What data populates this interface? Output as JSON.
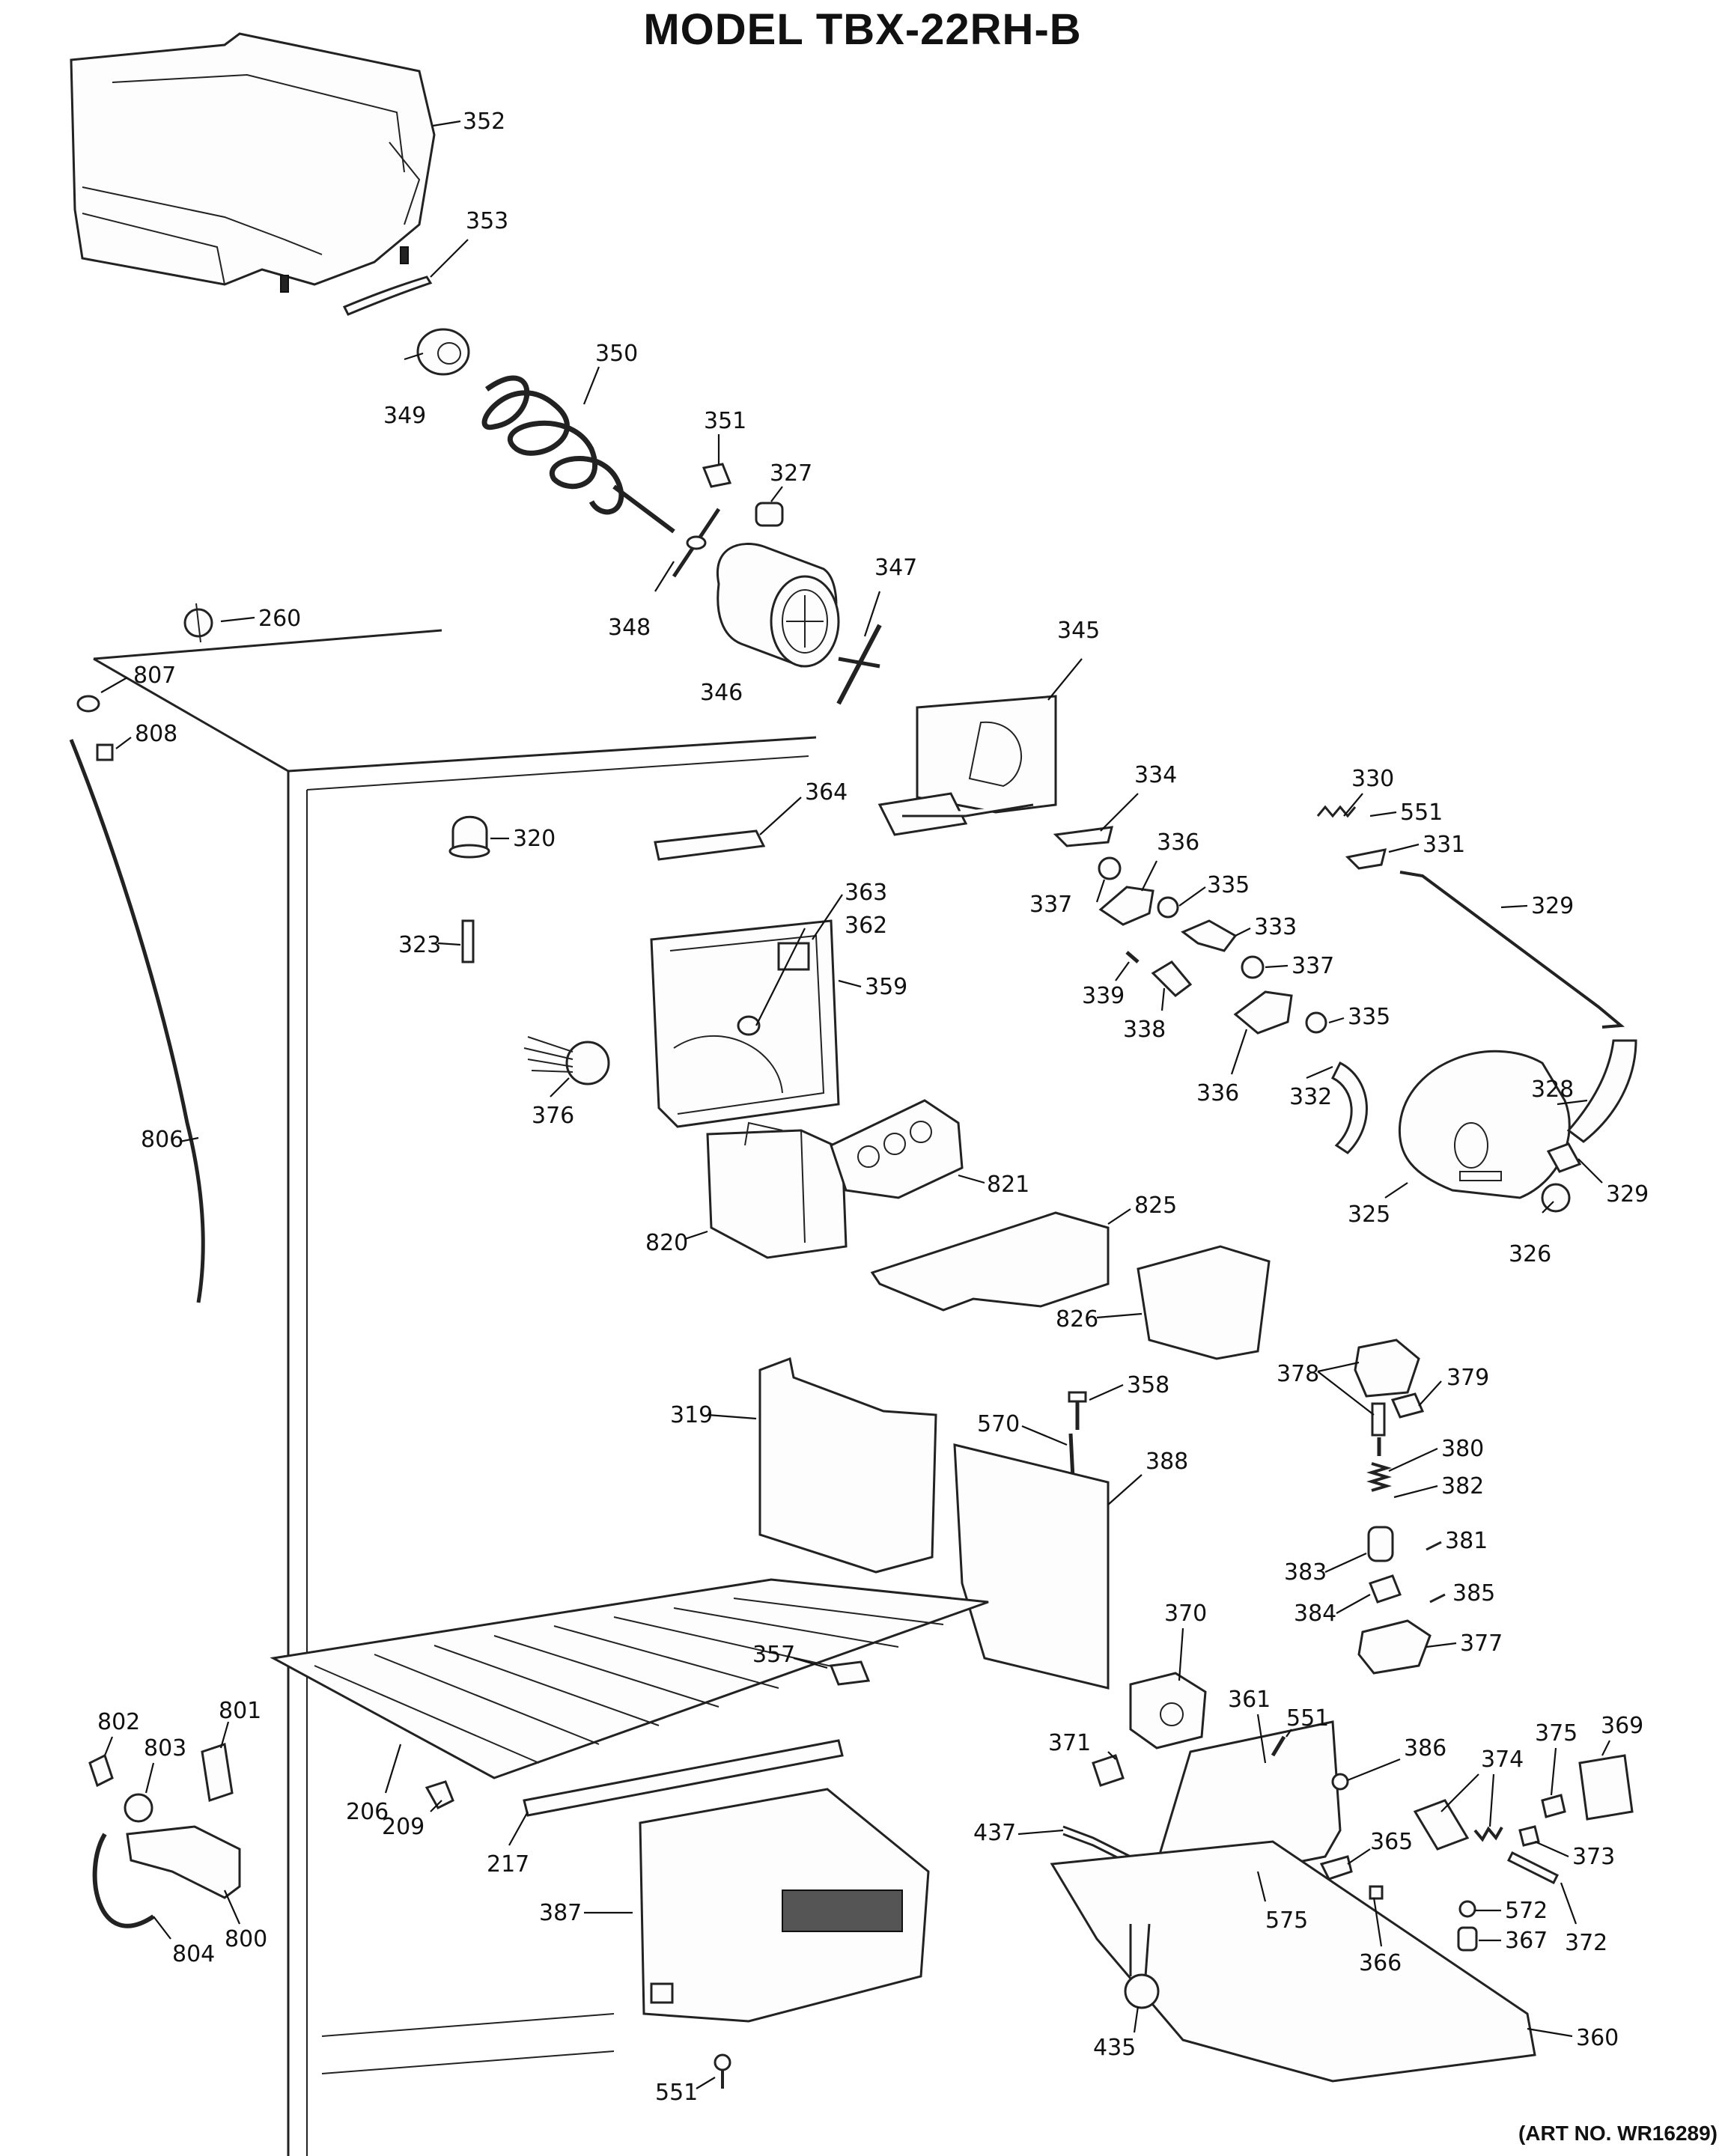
{
  "title": "MODEL TBX-22RH-B",
  "art_number": "(ART NO. WR16289)",
  "callouts": [
    {
      "id": "c352",
      "label": "352"
    },
    {
      "id": "c353",
      "label": "353"
    },
    {
      "id": "c349",
      "label": "349"
    },
    {
      "id": "c350",
      "label": "350"
    },
    {
      "id": "c351",
      "label": "351"
    },
    {
      "id": "c327",
      "label": "327"
    },
    {
      "id": "c347",
      "label": "347"
    },
    {
      "id": "c348",
      "label": "348"
    },
    {
      "id": "c346",
      "label": "346"
    },
    {
      "id": "c260",
      "label": "260"
    },
    {
      "id": "c807",
      "label": "807"
    },
    {
      "id": "c808",
      "label": "808"
    },
    {
      "id": "c345",
      "label": "345"
    },
    {
      "id": "c334",
      "label": "334"
    },
    {
      "id": "c330",
      "label": "330"
    },
    {
      "id": "c551a",
      "label": "551"
    },
    {
      "id": "c331",
      "label": "331"
    },
    {
      "id": "c364",
      "label": "364"
    },
    {
      "id": "c320",
      "label": "320"
    },
    {
      "id": "c363",
      "label": "363"
    },
    {
      "id": "c362",
      "label": "362"
    },
    {
      "id": "c336a",
      "label": "336"
    },
    {
      "id": "c335a",
      "label": "335"
    },
    {
      "id": "c337a",
      "label": "337"
    },
    {
      "id": "c333",
      "label": "333"
    },
    {
      "id": "c329a",
      "label": "329"
    },
    {
      "id": "c323",
      "label": "323"
    },
    {
      "id": "c359",
      "label": "359"
    },
    {
      "id": "c339",
      "label": "339"
    },
    {
      "id": "c337b",
      "label": "337"
    },
    {
      "id": "c338",
      "label": "338"
    },
    {
      "id": "c335b",
      "label": "335"
    },
    {
      "id": "c376",
      "label": "376"
    },
    {
      "id": "c336b",
      "label": "336"
    },
    {
      "id": "c332",
      "label": "332"
    },
    {
      "id": "c328",
      "label": "328"
    },
    {
      "id": "c806",
      "label": "806"
    },
    {
      "id": "c821",
      "label": "821"
    },
    {
      "id": "c329b",
      "label": "329"
    },
    {
      "id": "c325",
      "label": "325"
    },
    {
      "id": "c825",
      "label": "825"
    },
    {
      "id": "c820",
      "label": "820"
    },
    {
      "id": "c326",
      "label": "326"
    },
    {
      "id": "c826",
      "label": "826"
    },
    {
      "id": "c378",
      "label": "378"
    },
    {
      "id": "c379",
      "label": "379"
    },
    {
      "id": "c358",
      "label": "358"
    },
    {
      "id": "c319",
      "label": "319"
    },
    {
      "id": "c570",
      "label": "570"
    },
    {
      "id": "c380",
      "label": "380"
    },
    {
      "id": "c388",
      "label": "388"
    },
    {
      "id": "c382",
      "label": "382"
    },
    {
      "id": "c381",
      "label": "381"
    },
    {
      "id": "c383",
      "label": "383"
    },
    {
      "id": "c385",
      "label": "385"
    },
    {
      "id": "c384",
      "label": "384"
    },
    {
      "id": "c370",
      "label": "370"
    },
    {
      "id": "c377",
      "label": "377"
    },
    {
      "id": "c357",
      "label": "357"
    },
    {
      "id": "c802",
      "label": "802"
    },
    {
      "id": "c801",
      "label": "801"
    },
    {
      "id": "c803",
      "label": "803"
    },
    {
      "id": "c361",
      "label": "361"
    },
    {
      "id": "c551b",
      "label": "551"
    },
    {
      "id": "c375",
      "label": "375"
    },
    {
      "id": "c369",
      "label": "369"
    },
    {
      "id": "c371",
      "label": "371"
    },
    {
      "id": "c386",
      "label": "386"
    },
    {
      "id": "c374",
      "label": "374"
    },
    {
      "id": "c206",
      "label": "206"
    },
    {
      "id": "c437",
      "label": "437"
    },
    {
      "id": "c365",
      "label": "365"
    },
    {
      "id": "c373",
      "label": "373"
    },
    {
      "id": "c209",
      "label": "209"
    },
    {
      "id": "c217",
      "label": "217"
    },
    {
      "id": "c387",
      "label": "387"
    },
    {
      "id": "c572",
      "label": "572"
    },
    {
      "id": "c575",
      "label": "575"
    },
    {
      "id": "c372",
      "label": "372"
    },
    {
      "id": "c367",
      "label": "367"
    },
    {
      "id": "c800",
      "label": "800"
    },
    {
      "id": "c804",
      "label": "804"
    },
    {
      "id": "c366",
      "label": "366"
    },
    {
      "id": "c360",
      "label": "360"
    },
    {
      "id": "c435",
      "label": "435"
    },
    {
      "id": "c551c",
      "label": "551"
    }
  ]
}
